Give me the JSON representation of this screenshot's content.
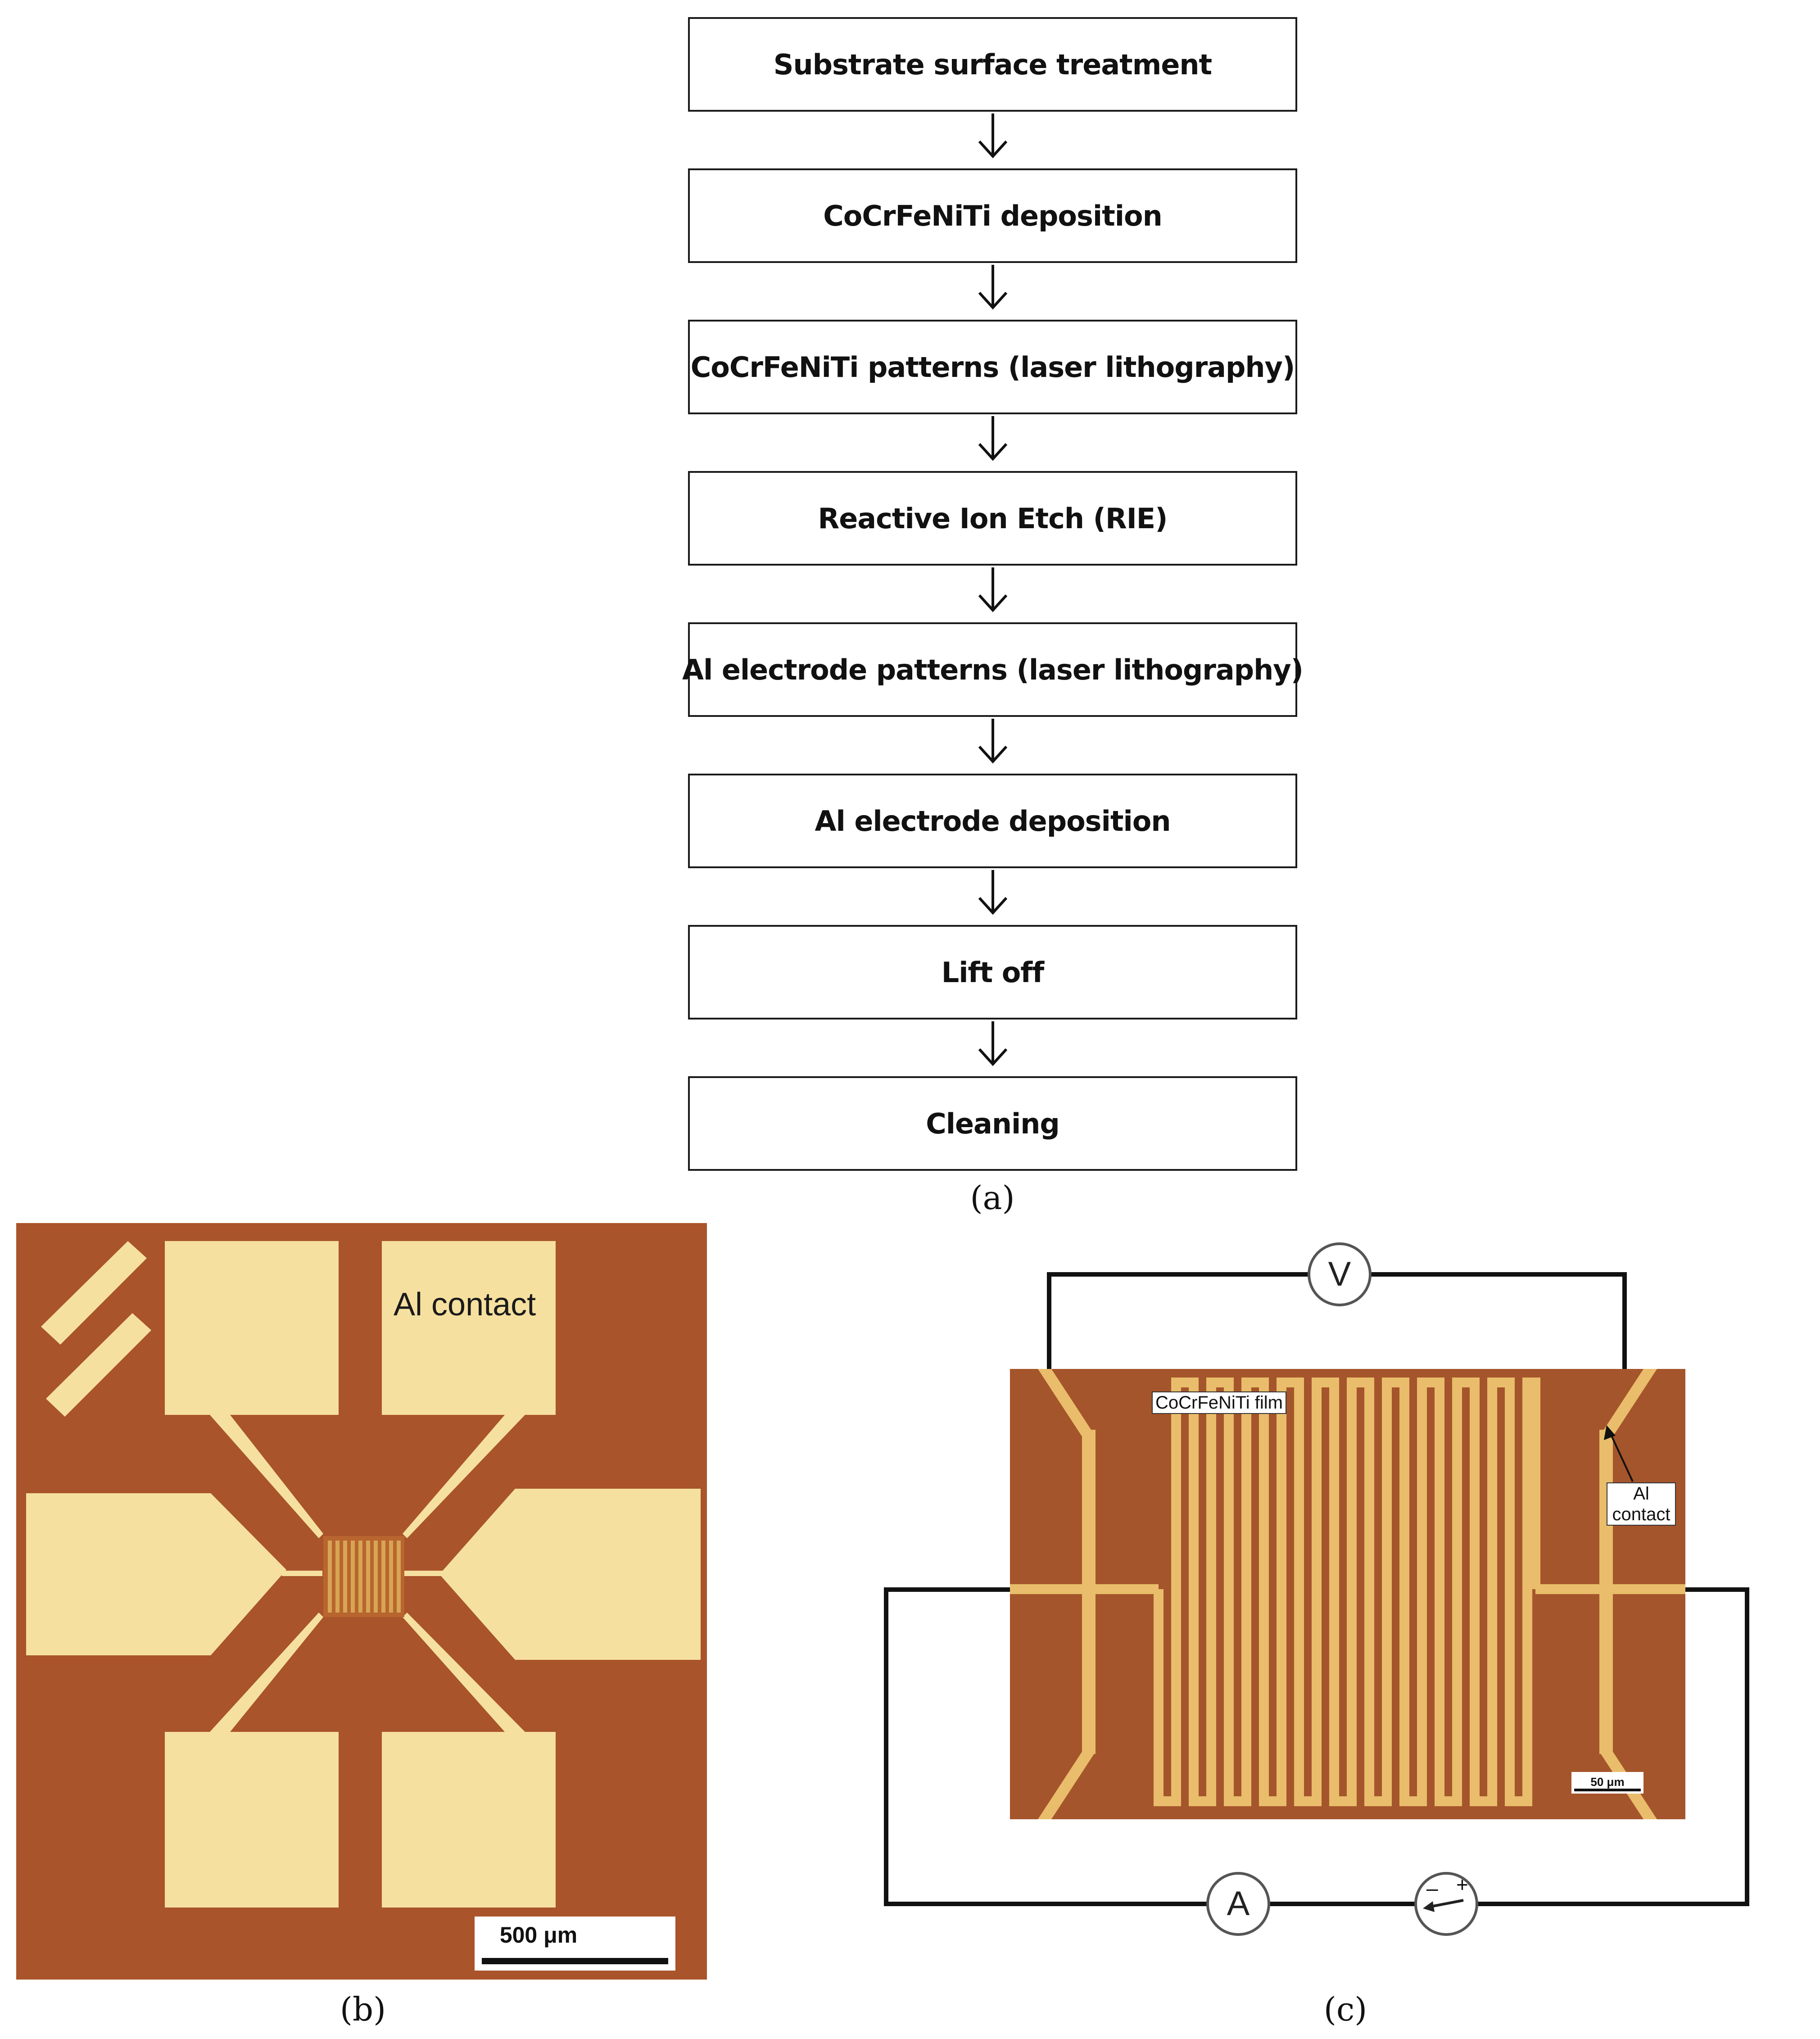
{
  "flowchart": {
    "steps": [
      "Substrate surface treatment",
      "CoCrFeNiTi deposition",
      "CoCrFeNiTi  patterns (laser lithography)",
      "Reactive Ion Etch (RIE)",
      "Al electrode patterns (laser lithography)",
      "Al electrode deposition",
      "Lift off",
      "Cleaning"
    ]
  },
  "panel_labels": {
    "a": "(a)",
    "b": "(b)",
    "c": "(c)"
  },
  "panel_b": {
    "contact_label": "Al contact",
    "scale_bar_label": "500 μm",
    "colors": {
      "substrate": "#a9542a",
      "metal": "#f6e0a0",
      "pattern": "#d7a553"
    }
  },
  "panel_c": {
    "film_label": "CoCrFeNiTi film",
    "contact_label": "Al contact",
    "scale_bar_label": "50 μm",
    "voltmeter_symbol": "V",
    "ammeter_symbol": "A",
    "source_minus": "–",
    "source_plus": "+",
    "colors": {
      "substrate": "#a5552b",
      "metal": "#e9bd6b",
      "wire": "#111111"
    }
  }
}
